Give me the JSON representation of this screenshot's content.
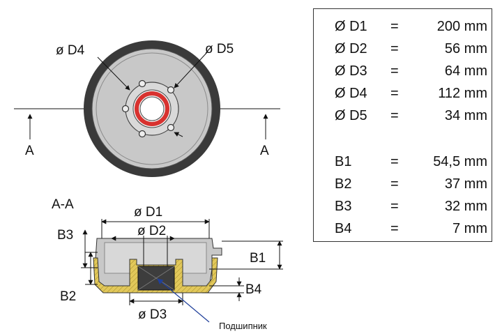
{
  "front_view": {
    "label_d4": "ø D4",
    "label_d5": "ø D5",
    "section_mark_left": "A",
    "section_mark_right": "A"
  },
  "section_view": {
    "title": "A-A",
    "label_d1": "ø D1",
    "label_d2": "ø D2",
    "label_d3": "ø D3",
    "label_b1": "B1",
    "label_b2": "B2",
    "label_b3": "B3",
    "label_b4": "B4",
    "bearing_label": "Подшипник"
  },
  "specs": [
    {
      "name": "Ø D1",
      "eq": "=",
      "value": "200 mm"
    },
    {
      "name": "Ø D2",
      "eq": "=",
      "value": "56 mm"
    },
    {
      "name": "Ø D3",
      "eq": "=",
      "value": "64 mm"
    },
    {
      "name": "Ø D4",
      "eq": "=",
      "value": "112 mm"
    },
    {
      "name": "Ø D5",
      "eq": "=",
      "value": "34 mm"
    },
    {
      "name": "B1",
      "eq": "=",
      "value": "54,5 mm"
    },
    {
      "name": "B2",
      "eq": "=",
      "value": "37 mm"
    },
    {
      "name": "B3",
      "eq": "=",
      "value": "32 mm"
    },
    {
      "name": "B4",
      "eq": "=",
      "value": "7 mm"
    }
  ],
  "colors": {
    "drum_outer": "#3a3a3a",
    "drum_face": "#c8c8c8",
    "hub": "#d9d9d9",
    "bearing_ring": "#d8322f",
    "casting": "#e2c85a",
    "bearing_dark": "#3d3d3d",
    "leader_blue": "#1f3f9a"
  }
}
